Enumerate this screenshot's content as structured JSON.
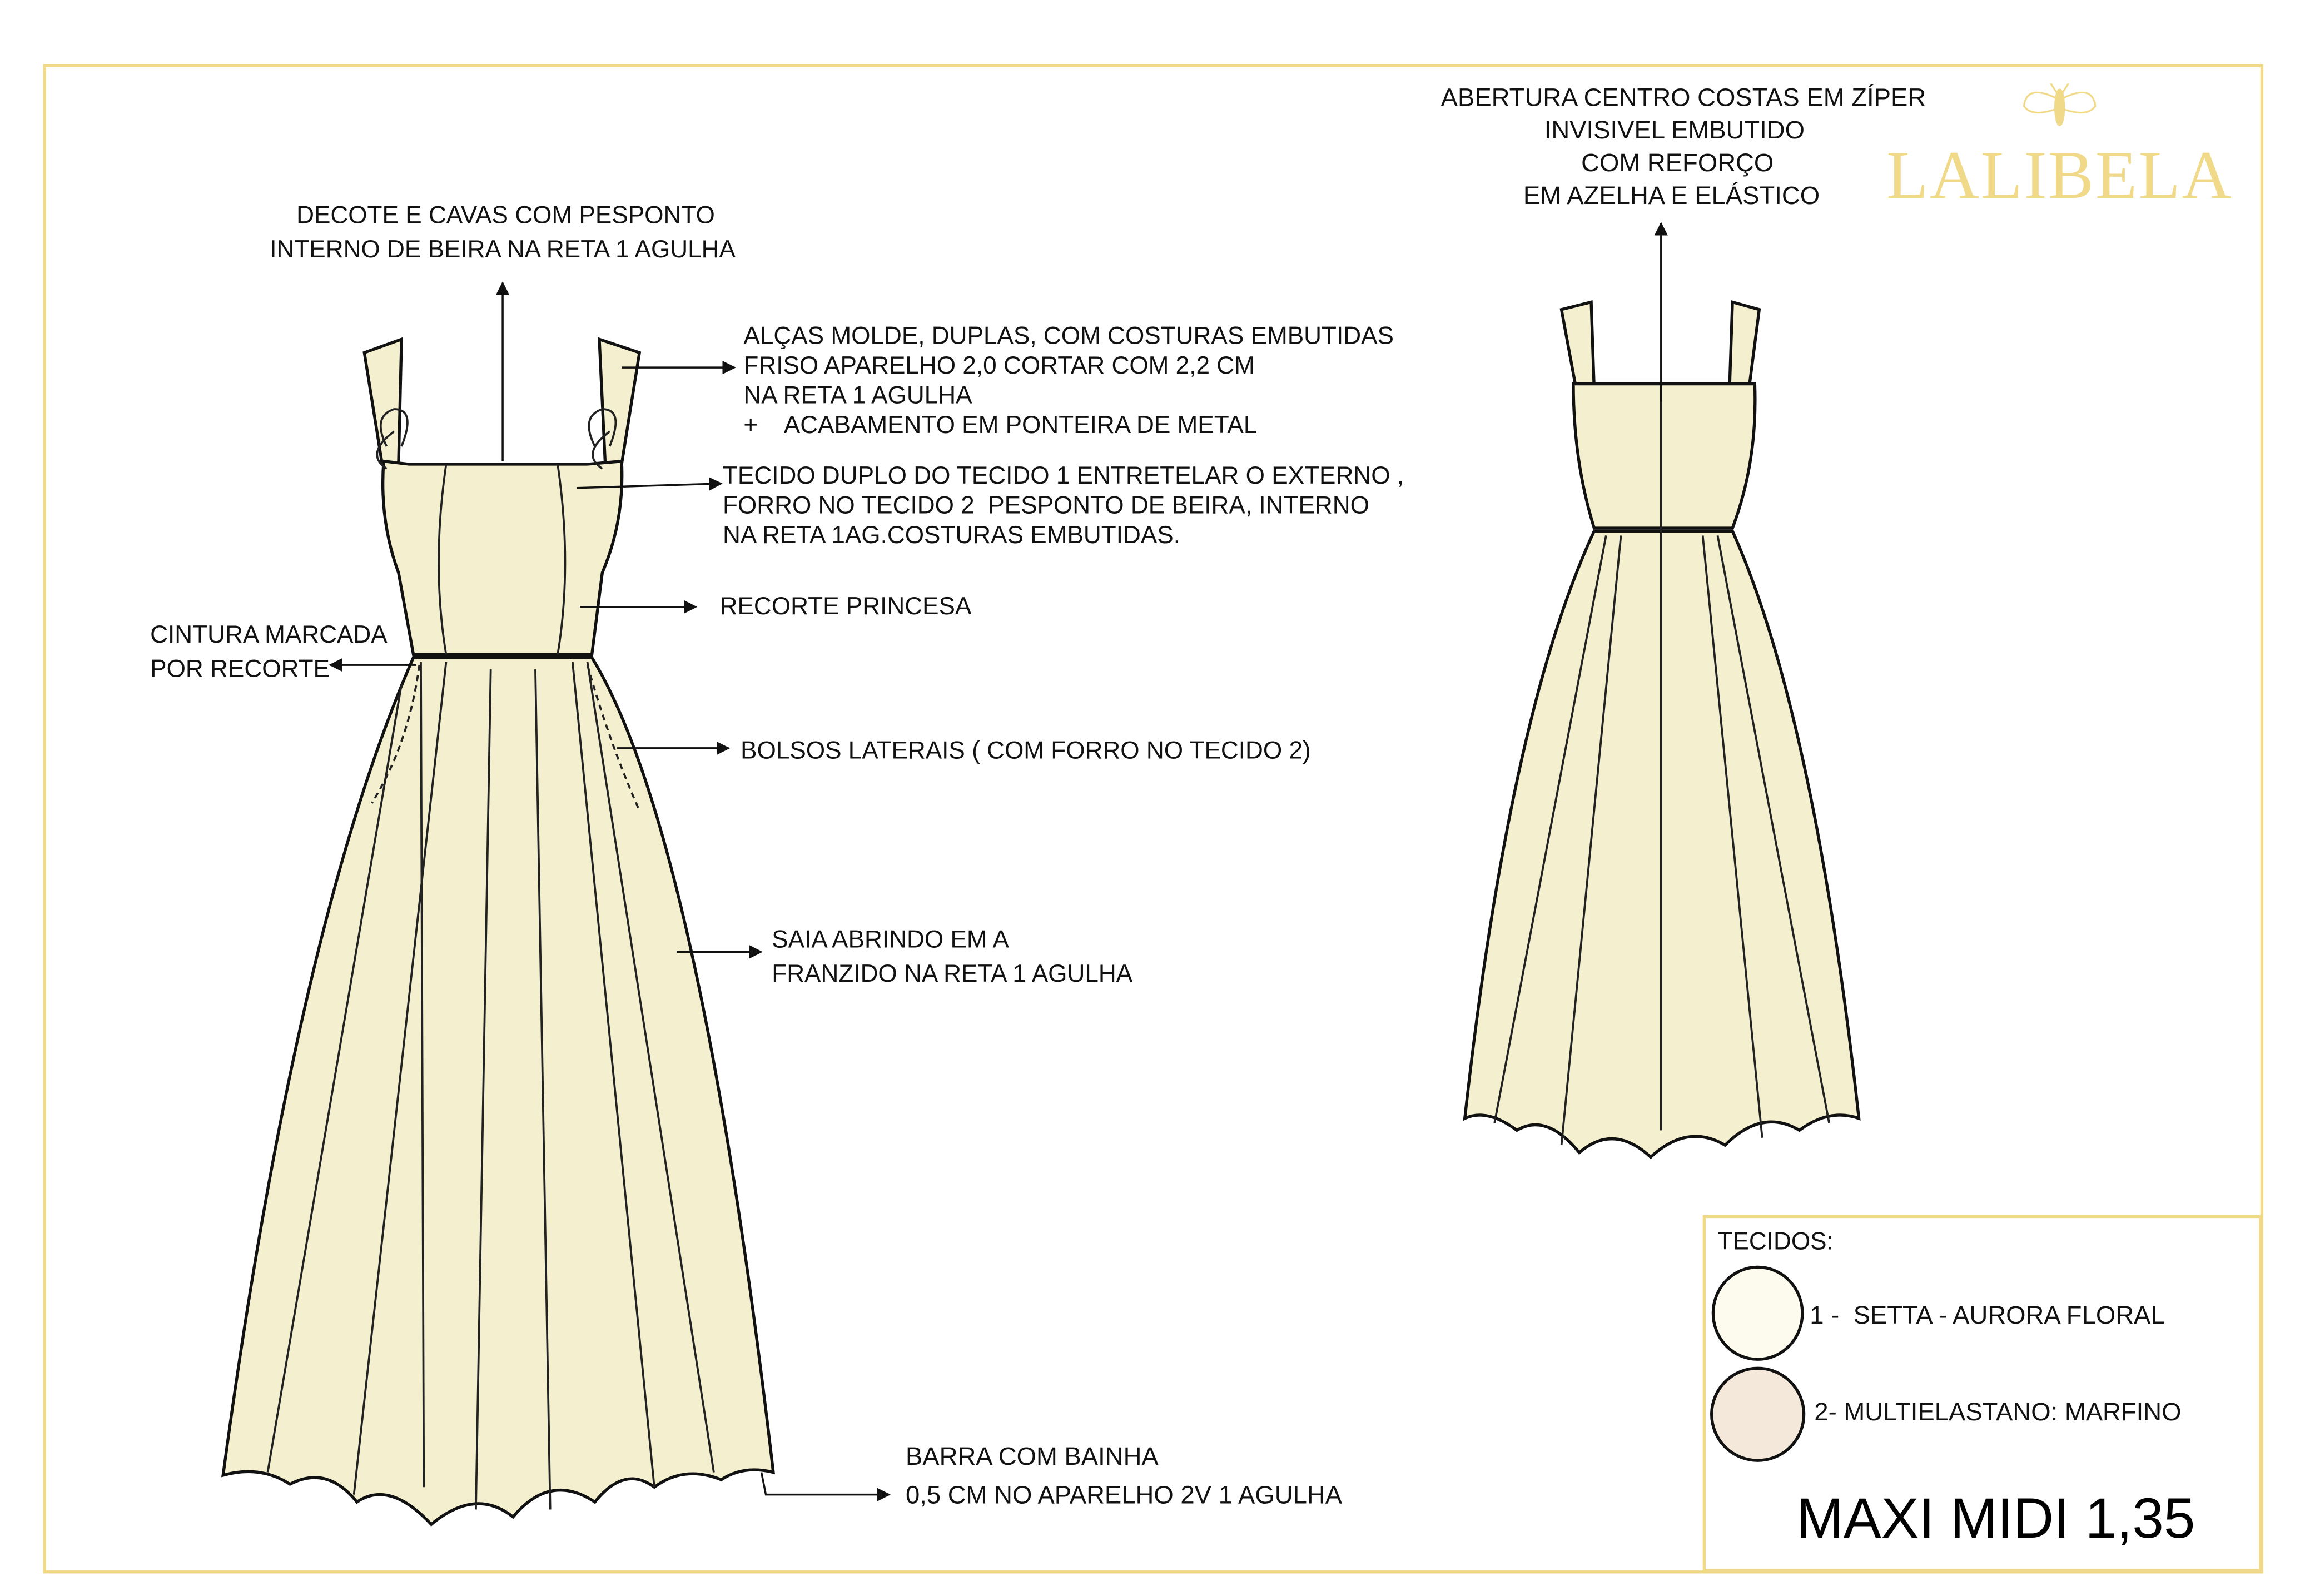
{
  "brand": {
    "name": "LALIBELA",
    "color": "#f1d98a",
    "icon": "bee-icon"
  },
  "frame_color": "#f1d98a",
  "annotations": {
    "decote": [
      "DECOTE E CAVAS COM PESPONTO",
      "INTERNO DE BEIRA NA RETA 1 AGULHA"
    ],
    "alcas": [
      "ALÇAS MOLDE, DUPLAS, COM COSTURAS EMBUTIDAS",
      "FRISO APARELHO 2,0 CORTAR COM 2,2 CM",
      "NA RETA 1 AGULHA",
      "+    ACABAMENTO EM PONTEIRA DE METAL"
    ],
    "tecido_duplo": [
      "TECIDO DUPLO DO TECIDO 1 ENTRETELAR O EXTERNO ,",
      "FORRO NO TECIDO 2  PESPONTO DE BEIRA, INTERNO",
      "NA RETA 1AG.COSTURAS EMBUTIDAS."
    ],
    "recorte": "RECORTE PRINCESA",
    "cintura": [
      "CINTURA MARCADA",
      "POR RECORTE"
    ],
    "bolsos": "BOLSOS LATERAIS ( COM FORRO NO TECIDO 2)",
    "saia": [
      "SAIA ABRINDO EM A",
      "FRANZIDO NA RETA 1 AGULHA"
    ],
    "barra": [
      "BARRA COM BAINHA",
      "0,5 CM NO APARELHO 2V 1 AGULHA"
    ],
    "abertura": [
      "ABERTURA CENTRO COSTAS EM ZÍPER",
      "INVISIVEL EMBUTIDO",
      "COM REFORÇO",
      "EM AZELHA E ELÁSTICO"
    ]
  },
  "fabrics": {
    "title": "TECIDOS:",
    "items": [
      {
        "label": "1 -  SETTA - AURORA FLORAL",
        "color": "#fdfbee"
      },
      {
        "label": "2- MULTIELASTANO: MARFINO",
        "color": "#f3e8d9"
      }
    ]
  },
  "model": "MAXI MIDI 1,35",
  "print_colors": {
    "base": "#f4f0cf",
    "pink": "#e58bc4",
    "green": "#c8c27a",
    "blue": "#3f7fc2",
    "leaf": "#3e8a4a"
  }
}
